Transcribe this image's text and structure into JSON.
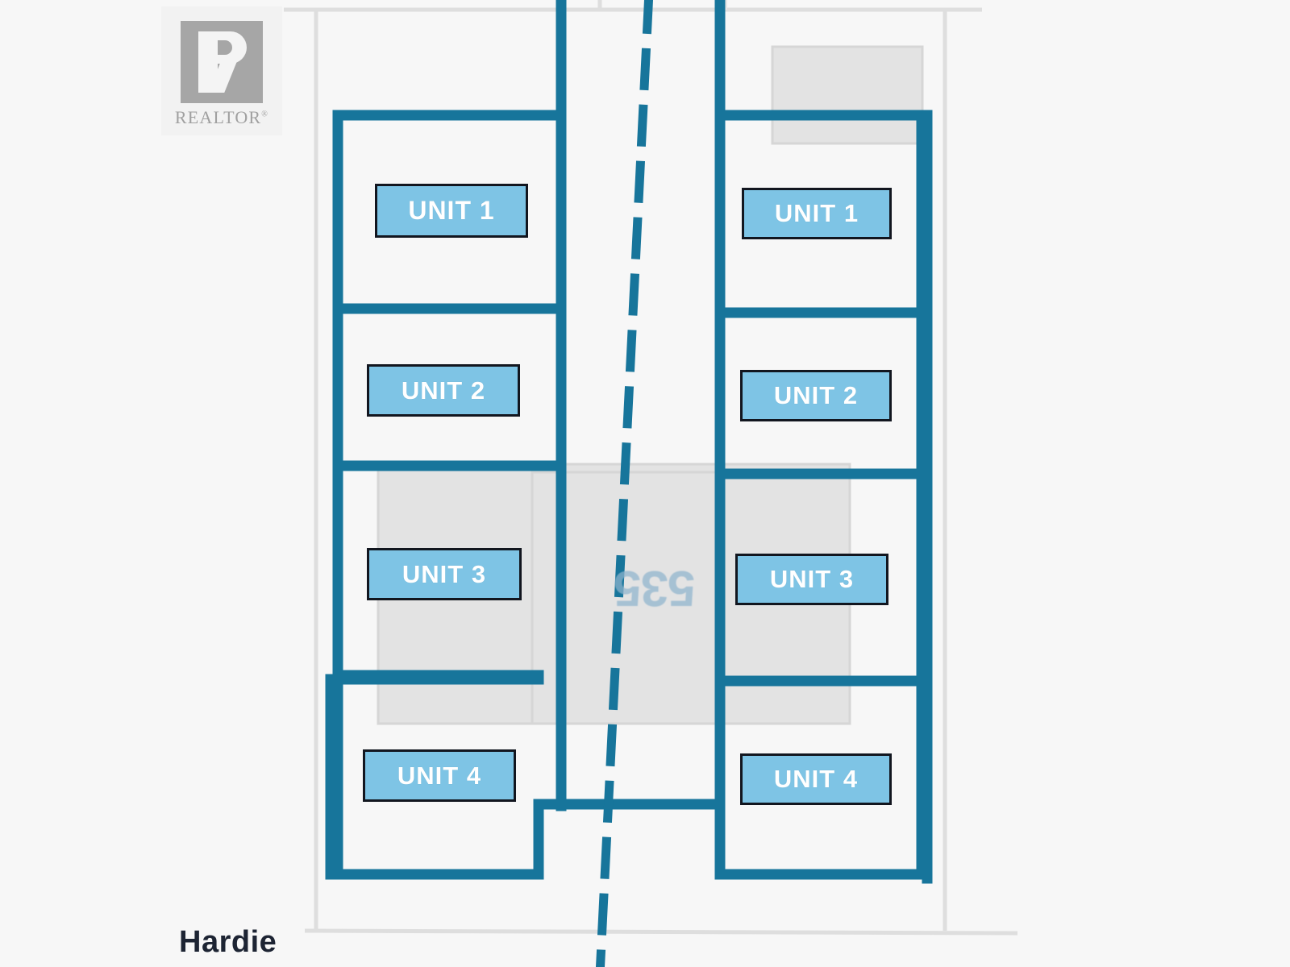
{
  "document": {
    "type": "real-estate-site-plan",
    "background_color": "#f7f7f7"
  },
  "logo": {
    "name": "REALTOR logo",
    "wordmark": "REALTOR",
    "trademark_symbol": "®",
    "mark_letter": "R",
    "mark_color": "#a6a6a6",
    "text_color": "#a0a0a0"
  },
  "colors": {
    "outline_teal": "#17759b",
    "chip_fill": "#7ec4e5",
    "chip_border": "#12161f",
    "chip_text": "#ffffff",
    "building_gray": "#e3e3e3",
    "parcel_line": "#dcdcdc",
    "street_text": "#1d2433",
    "address_text": "#8fb4cd"
  },
  "map": {
    "street_label": "Hardie",
    "address_number": "535",
    "address_number_rotated": true,
    "centerline": {
      "name": "property-centerline",
      "style": "dashed",
      "color": "#17759b"
    }
  },
  "buildings": {
    "left": {
      "name": "west-building",
      "units": [
        {
          "label": "UNIT 1"
        },
        {
          "label": "UNIT 2"
        },
        {
          "label": "UNIT 3"
        },
        {
          "label": "UNIT 4"
        }
      ]
    },
    "right": {
      "name": "east-building",
      "units": [
        {
          "label": "UNIT 1"
        },
        {
          "label": "UNIT 2"
        },
        {
          "label": "UNIT 3"
        },
        {
          "label": "UNIT 4"
        }
      ]
    }
  }
}
